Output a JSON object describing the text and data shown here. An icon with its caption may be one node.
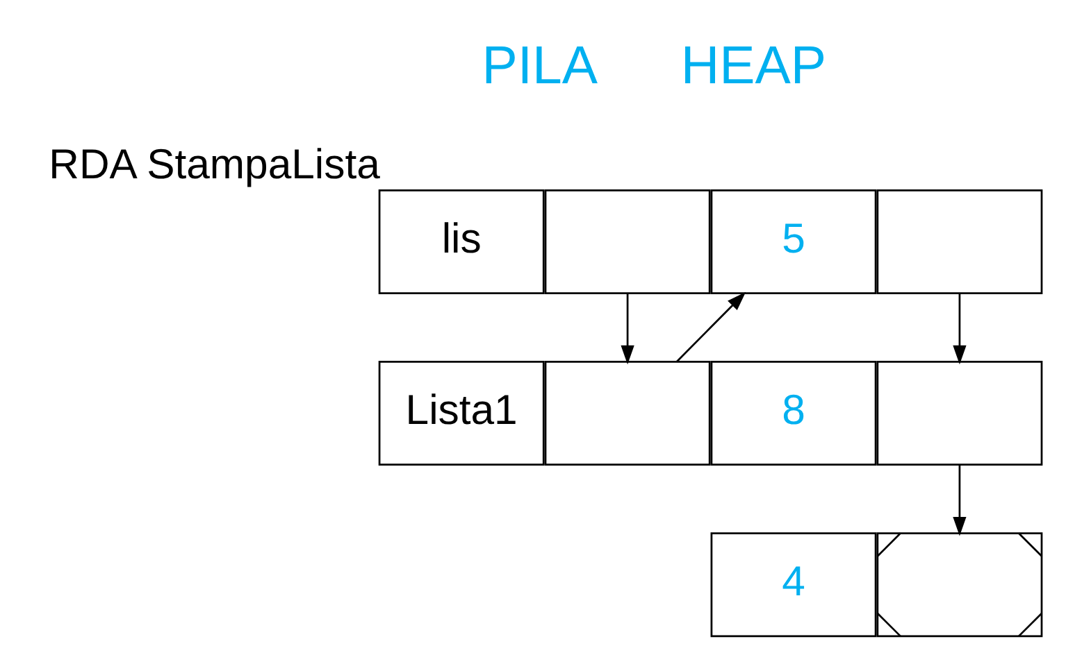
{
  "diagram": {
    "nodes": [
      {
        "text": [
          "lis"
        ],
        "beside": [
          "RDA StampaLista"
        ]
      },
      {
        "text": [],
        "shape": "box"
      },
      {
        "text": [
          "Lista1"
        ]
      },
      {
        "text": [],
        "shape": "box"
      },
      {
        "text": [
          "5"
        ]
      },
      {
        "text": [],
        "shape": "box"
      },
      {
        "text": [
          "8"
        ]
      },
      {
        "text": [],
        "shape": "box"
      },
      {
        "text": [
          "4"
        ]
      },
      {
        "text": [],
        "shape": "box"
      }
    ],
    "edges": [
      {
        "from": 1,
        "to": 3,
        "arrow": "to"
      },
      {
        "from": 3,
        "to": 4,
        "arrow": "to"
      },
      {
        "from": 5,
        "to": 7,
        "arrow": "to"
      },
      {
        "from": 7,
        "to": 9,
        "arrow": "to"
      }
    ],
    "labels": [
      "PILA",
      "HEAP"
    ]
  }
}
